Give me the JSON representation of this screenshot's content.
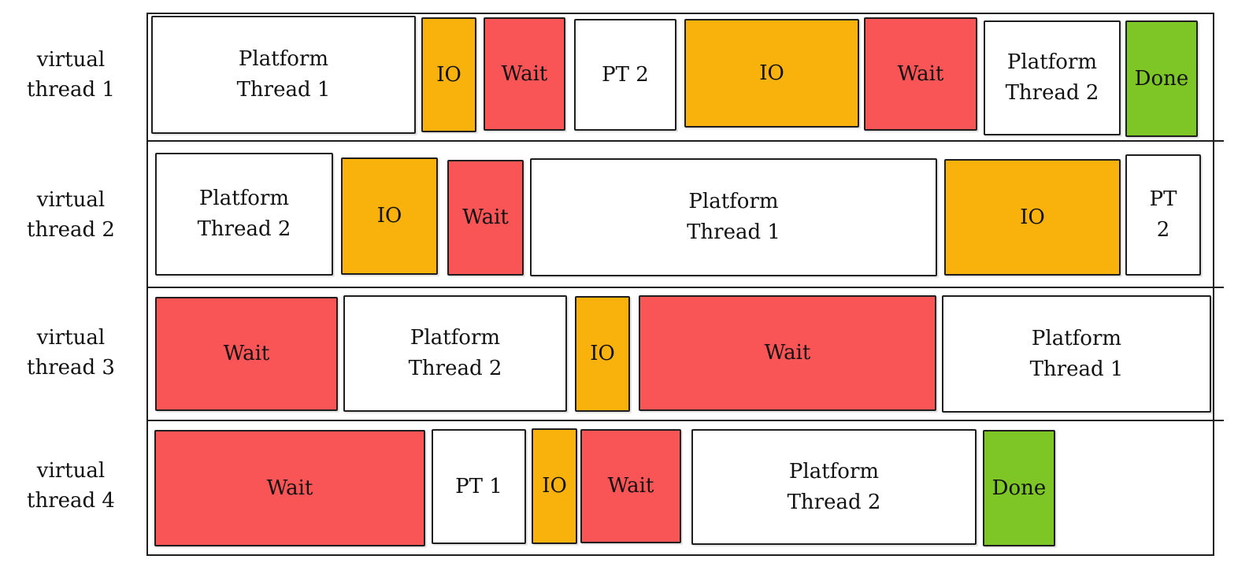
{
  "colors": {
    "platform": "#ffffff",
    "io": "#f9b10b",
    "wait": "#f95456",
    "done": "#7ec625",
    "stroke": "#1e1e1e"
  },
  "lanes": [
    {
      "label": "virtual\nthread 1",
      "blocks": [
        {
          "text": "Platform\nThread 1",
          "kind": "platform"
        },
        {
          "text": "IO",
          "kind": "io"
        },
        {
          "text": "Wait",
          "kind": "wait"
        },
        {
          "text": "PT 2",
          "kind": "platform"
        },
        {
          "text": "IO",
          "kind": "io"
        },
        {
          "text": "Wait",
          "kind": "wait"
        },
        {
          "text": "Platform\nThread 2",
          "kind": "platform"
        },
        {
          "text": "Done",
          "kind": "done"
        }
      ]
    },
    {
      "label": "virtual\nthread 2",
      "blocks": [
        {
          "text": "Platform\nThread 2",
          "kind": "platform"
        },
        {
          "text": "IO",
          "kind": "io"
        },
        {
          "text": "Wait",
          "kind": "wait"
        },
        {
          "text": "Platform\nThread 1",
          "kind": "platform"
        },
        {
          "text": "IO",
          "kind": "io"
        },
        {
          "text": "PT\n2",
          "kind": "platform"
        }
      ]
    },
    {
      "label": "virtual\nthread 3",
      "blocks": [
        {
          "text": "Wait",
          "kind": "wait"
        },
        {
          "text": "Platform\nThread 2",
          "kind": "platform"
        },
        {
          "text": "IO",
          "kind": "io"
        },
        {
          "text": "Wait",
          "kind": "wait"
        },
        {
          "text": "Platform\nThread 1",
          "kind": "platform"
        }
      ]
    },
    {
      "label": "virtual\nthread 4",
      "blocks": [
        {
          "text": "Wait",
          "kind": "wait"
        },
        {
          "text": "PT 1",
          "kind": "platform"
        },
        {
          "text": "IO",
          "kind": "io"
        },
        {
          "text": "Wait",
          "kind": "wait"
        },
        {
          "text": "Platform\nThread 2",
          "kind": "platform"
        },
        {
          "text": "Done",
          "kind": "done"
        }
      ]
    }
  ]
}
